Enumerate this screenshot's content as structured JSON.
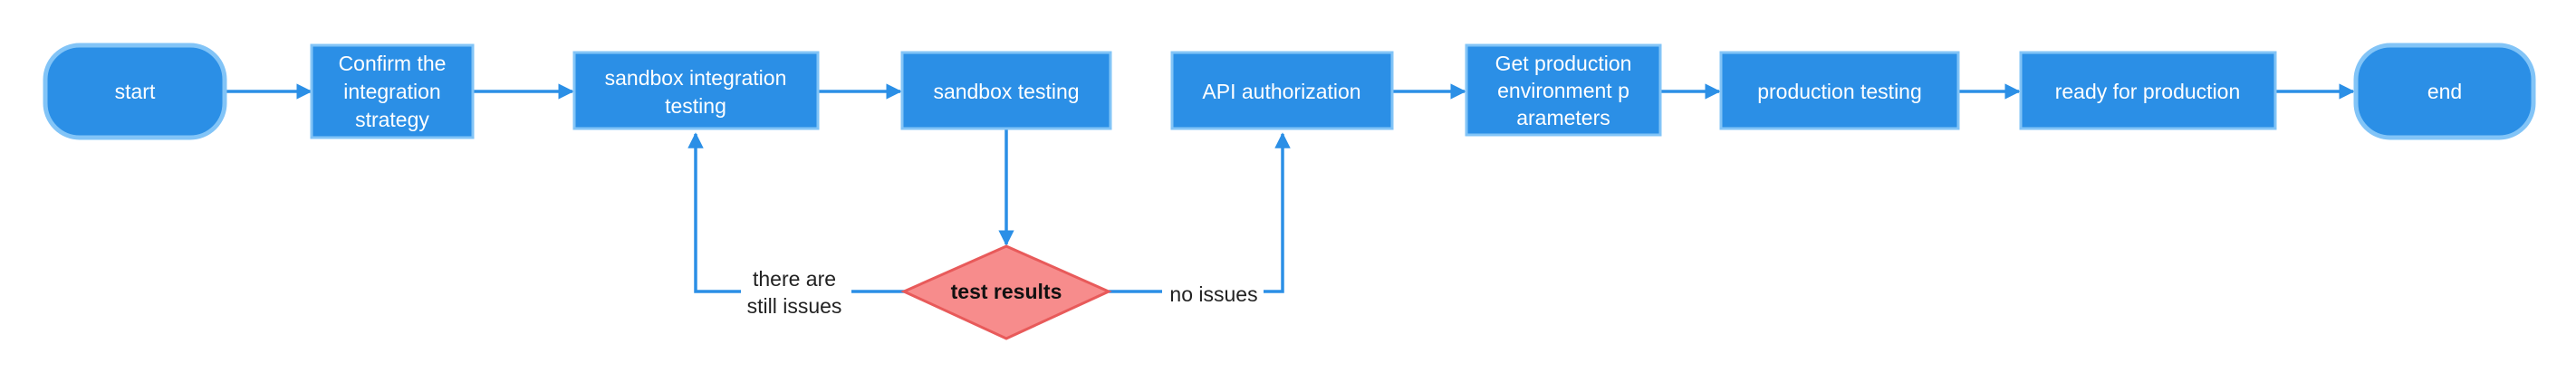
{
  "colors": {
    "node_fill": "#2b8fe6",
    "node_border": "#82c4f7",
    "decision_fill": "#f78c8c",
    "decision_border": "#e85a5a",
    "edge": "#2b8fe6"
  },
  "nodes": {
    "start": "start",
    "confirm": "Confirm the integration strategy",
    "sandbox_integration": "sandbox integration testing",
    "sandbox_testing": "sandbox testing",
    "test_results": "test results",
    "api_authorization": "API authorization",
    "get_production": "Get production environment p arameters",
    "production_testing": "production testing",
    "ready": "ready for production",
    "end": "end"
  },
  "edge_labels": {
    "still_issues": "there are still issues",
    "no_issues": "no issues"
  }
}
